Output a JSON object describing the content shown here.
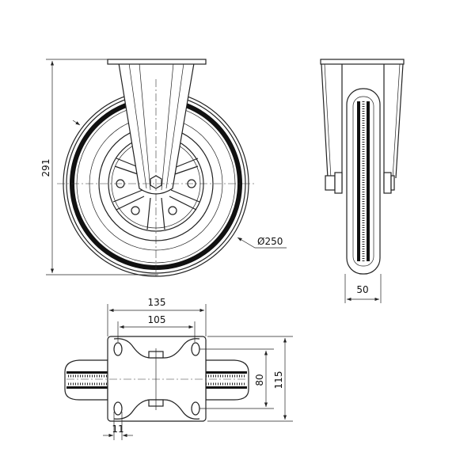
{
  "title": "Fixed castor technical drawing",
  "dimensions": {
    "overall_height": "291",
    "wheel_diameter": "Ø250",
    "wheel_width": "50",
    "plate_length": "135",
    "hole_spacing_length": "105",
    "plate_width": "115",
    "hole_spacing_width": "80",
    "hole_diameter": "11"
  },
  "colors": {
    "line": "#222222",
    "background": "#ffffff"
  }
}
